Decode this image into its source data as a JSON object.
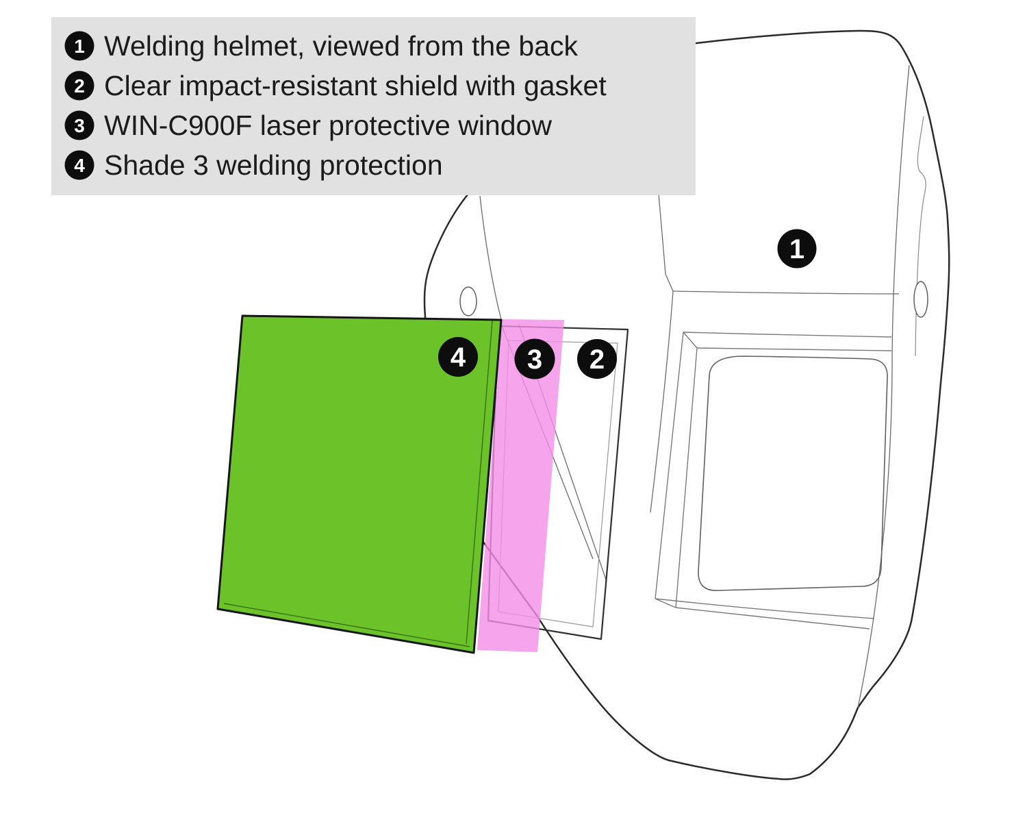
{
  "legend": {
    "background": "#e1e1e1",
    "items": [
      {
        "number": "1",
        "label": "Welding helmet, viewed from the back"
      },
      {
        "number": "2",
        "label": "Clear impact-resistant shield with gasket"
      },
      {
        "number": "3",
        "label": "WIN-C900F laser protective window"
      },
      {
        "number": "4",
        "label": "Shade 3 welding protection"
      }
    ]
  },
  "diagram": {
    "badges": [
      {
        "number": "1"
      },
      {
        "number": "2"
      },
      {
        "number": "3"
      },
      {
        "number": "4"
      }
    ],
    "colors": {
      "shade3_green": "#6cc229",
      "laser_window_pink": "#f48fe7",
      "outline": "#2a2a2a",
      "badge": "#0d0d0d"
    }
  }
}
